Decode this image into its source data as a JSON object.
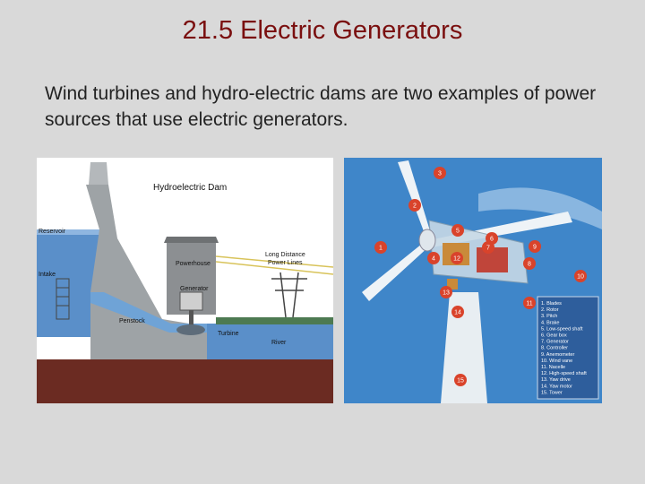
{
  "slide": {
    "title": "21.5 Electric Generators",
    "body": "Wind turbines and hydro-electric dams are two examples of power sources that use electric generators."
  },
  "dam_figure": {
    "heading": "Hydroelectric Dam",
    "labels": {
      "reservoir": "Reservoir",
      "intake": "Intake",
      "powerhouse": "Powerhouse",
      "generator": "Generator",
      "penstock": "Penstock",
      "turbine": "Turbine",
      "river": "River",
      "lines_1": "Long Distance",
      "lines_2": "Power Lines"
    }
  },
  "wind_figure": {
    "callouts": [
      "1",
      "2",
      "3",
      "4",
      "5",
      "6",
      "7",
      "8",
      "9",
      "10",
      "11",
      "12",
      "13",
      "14",
      "15"
    ],
    "legend": [
      "1. Blades",
      "2. Rotor",
      "3. Pitch",
      "4. Brake",
      "5. Low-speed shaft",
      "6. Gear box",
      "7. Generator",
      "8. Controller",
      "9. Anemometer",
      "10. Wind vane",
      "11. Nacelle",
      "12. High-speed shaft",
      "13. Yaw drive",
      "14. Yaw motor",
      "15. Tower"
    ],
    "colors": {
      "sky": "#3f86c9",
      "callout": "#d9432b",
      "legend_bg": "#2e5e9c"
    }
  }
}
